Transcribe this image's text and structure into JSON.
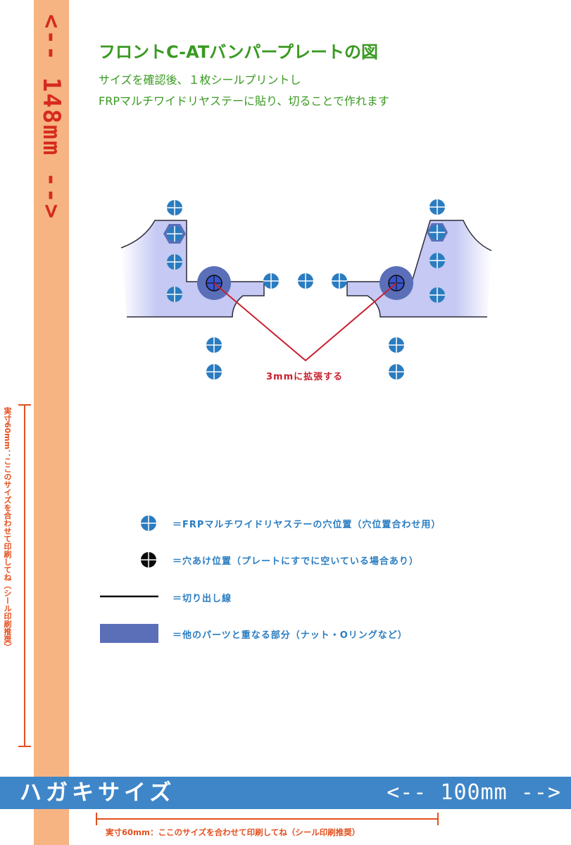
{
  "left_strip": {
    "label": "<-- 148mm -->",
    "color": "#f6b482"
  },
  "bottom_band": {
    "left_label": "ハガキサイズ",
    "right_label": "<-- 100mm -->",
    "color": "#3f86c8"
  },
  "title": "フロントC-ATバンパープレートの図",
  "description": [
    "サイズを確認後、１枚シールプリントし",
    "FRPマルチワイドリヤステーに貼り、切ることで作れます"
  ],
  "annotation": "3mmに拡張する",
  "size_note": "実寸60mm：ここのサイズを合わせて印刷してね（シール印刷推奨）",
  "legend": [
    {
      "icon": "blue-hole-icon",
      "text": "＝FRPマルチワイドリヤステーの穴位置（穴位置合わせ用）"
    },
    {
      "icon": "black-hole-icon",
      "text": "＝穴あけ位置（プレートにすでに空いている場合あり）"
    },
    {
      "icon": "cut-line-icon",
      "text": "＝切り出し線"
    },
    {
      "icon": "overlap-area-icon",
      "text": "＝他のパーツと重なる部分（ナット・Oリングなど）"
    }
  ],
  "colors": {
    "title_green": "#3a9a22",
    "hole_blue": "#2a7cc0",
    "plate_fill": "#c5c9f3",
    "overlap_blue": "#5a6fb8",
    "annotation_red": "#c8202f",
    "note_orange": "#e3501f"
  }
}
